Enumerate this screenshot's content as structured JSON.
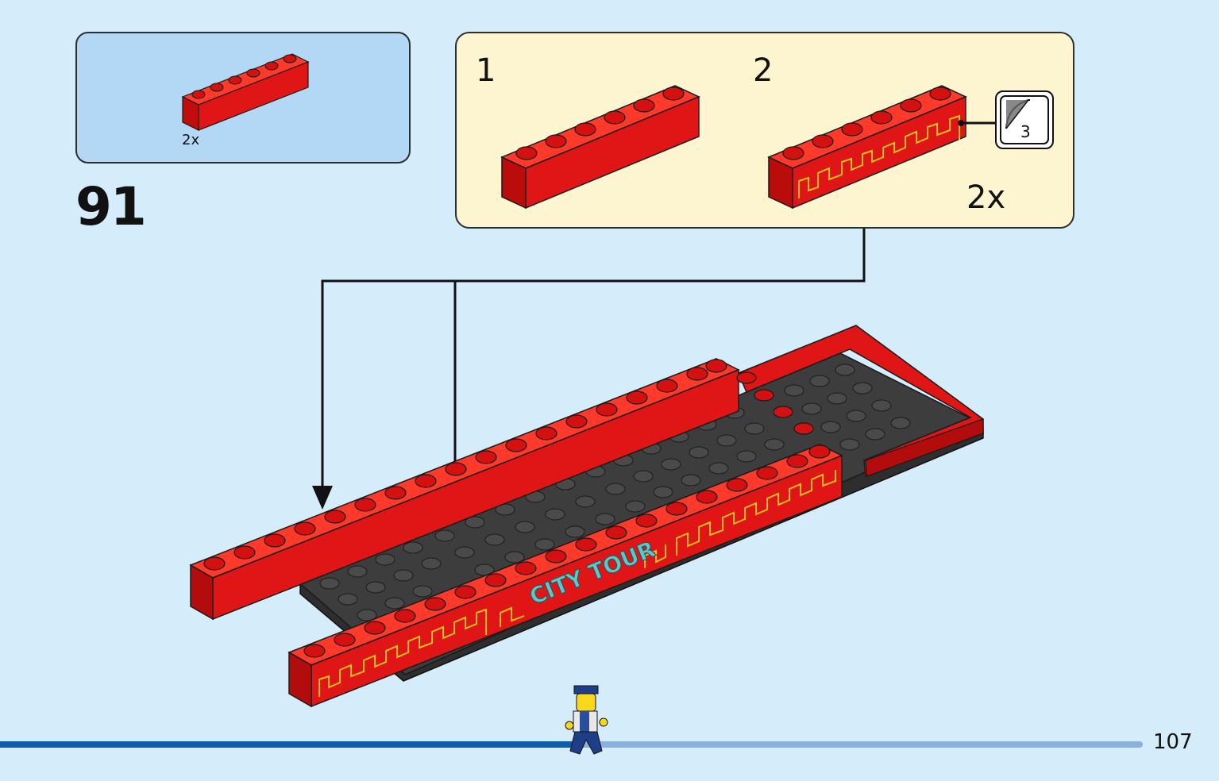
{
  "parts_callout": {
    "count_label": "2x",
    "brick_color": "#dd1010"
  },
  "step": {
    "number": "91"
  },
  "subassembly": {
    "step_1_label": "1",
    "step_2_label": "2",
    "multiplier": "2x",
    "sticker_number": "3",
    "sticker_text": "CITY TOUR"
  },
  "colors": {
    "background": "#d5ecfb",
    "brick_red": "#dd1010",
    "plate_dark": "#3a3a3a",
    "sticker_gold": "#f2c21a",
    "progress_done": "#0c5fa8",
    "progress_remaining": "#8ab0dc"
  },
  "progress": {
    "fraction": 0.47
  },
  "page": {
    "number": "107"
  }
}
